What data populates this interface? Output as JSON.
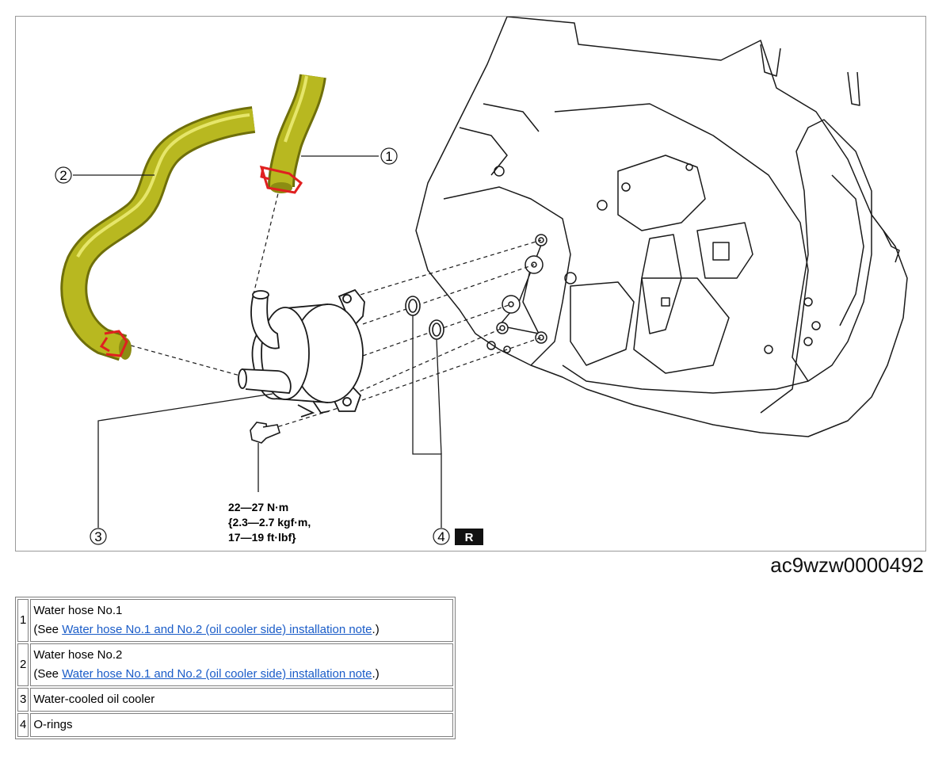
{
  "figure": {
    "callouts": [
      "1",
      "2",
      "3",
      "4"
    ],
    "torque_lines": [
      "22—27 N·m",
      "{2.3—2.7 kgf·m,",
      "17—19 ft·lbf}"
    ],
    "badge": "R",
    "figure_id": "ac9wzw0000492",
    "colors": {
      "hose": "#b8b820",
      "hose_dark": "#6f6f0a",
      "clamp": "#e02020",
      "line": "#1a1a1a"
    }
  },
  "legend": [
    {
      "num": "1",
      "name": "Water hose No.1",
      "see_prefix": "(See ",
      "link": "Water hose No.1 and No.2 (oil cooler side) installation note",
      "see_suffix": ".)"
    },
    {
      "num": "2",
      "name": "Water hose No.2",
      "see_prefix": "(See ",
      "link": "Water hose No.1 and No.2 (oil cooler side) installation note",
      "see_suffix": ".)"
    },
    {
      "num": "3",
      "name": "Water-cooled oil cooler"
    },
    {
      "num": "4",
      "name": "O-rings"
    }
  ]
}
